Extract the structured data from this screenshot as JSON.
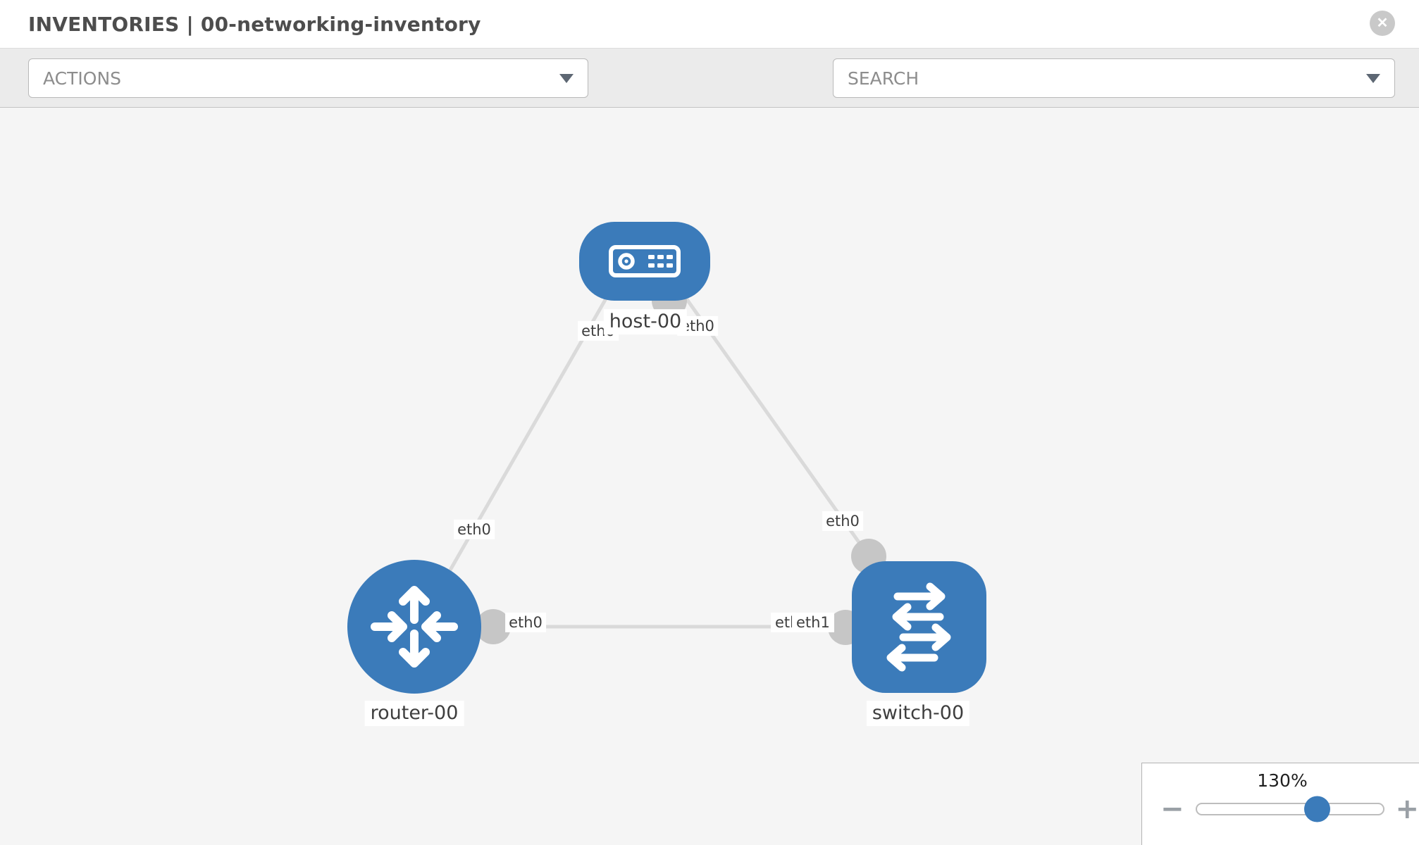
{
  "header": {
    "section": "INVENTORIES",
    "separator": "|",
    "name": "00-networking-inventory",
    "close_glyph": "✕"
  },
  "toolbar": {
    "actions_label": "ACTIONS",
    "search_placeholder": "SEARCH",
    "icons": [
      "wrench-icon",
      "key-icon"
    ]
  },
  "canvas": {
    "nodes": {
      "host": {
        "label": "host-00",
        "type": "host"
      },
      "router": {
        "label": "router-00",
        "type": "router"
      },
      "switch": {
        "label": "switch-00",
        "type": "switch"
      }
    },
    "interfaces": {
      "host_to_router": "eth0",
      "router_to_host": "eth0",
      "host_to_switch": "eth0",
      "switch_to_host": "eth0",
      "router_to_switch": "eth0",
      "switch_to_router": "eth1",
      "switch_to_router_hidden": "eth0"
    },
    "links": [
      {
        "source": "host-00",
        "target": "router-00",
        "source_interface": "eth0",
        "target_interface": "eth0"
      },
      {
        "source": "host-00",
        "target": "switch-00",
        "source_interface": "eth0",
        "target_interface": "eth0"
      },
      {
        "source": "router-00",
        "target": "switch-00",
        "source_interface": "eth0",
        "target_interface": "eth1"
      }
    ]
  },
  "zoom_control": {
    "level": "130%",
    "decrease_glyph": "−",
    "increase_glyph": "+"
  },
  "colors": {
    "node_fill": "#3b7bba",
    "link_color": "#dadada",
    "port_color": "#c6c6c6",
    "chip_text": "#3e3e3e",
    "accent": "#3b7bba"
  }
}
